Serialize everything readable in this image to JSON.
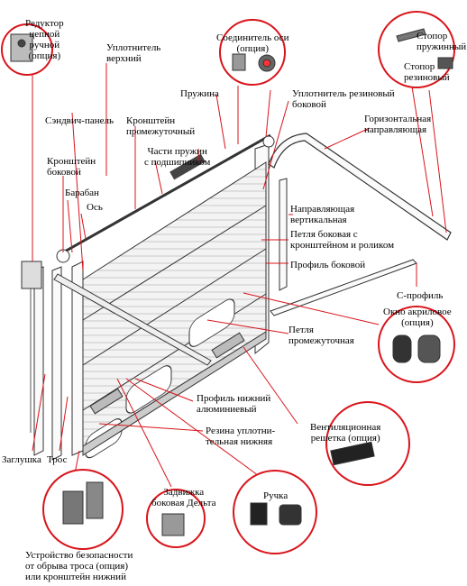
{
  "labels": {
    "reduktor": "Редуктор\nцепной\nручной\n(опция)",
    "uplotnitel_verh": "Уплотнитель\nверхний",
    "soedinitel": "Соединитель оси\n(опция)",
    "stopor_pruzh": "Стопор\nпружинный",
    "stopor_rezin": "Стопор\nрезиновый",
    "pruzhina": "Пружина",
    "uplotnitel_rezin": "Уплотнитель резиновый\nбоковой",
    "sendvich": "Сэндвич-панель",
    "kronshtein_prom": "Кронштейн\nпромежуточный",
    "gorizont": "Горизонтальная\nнаправляющая",
    "kronshtein_bok": "Кронштейн\nбоковой",
    "chasti_pruzhiny": "Части пружин\nс подшипником",
    "baraban": "Барабан",
    "os": "Ось",
    "napr_vert": "Направляющая\nвертикальная",
    "petlya_bok": "Петля боковая с\nкронштейном и роликом",
    "profil_bok": "Профиль боковой",
    "c_profil": "С-профиль",
    "okno": "Окно акриловое\n(опция)",
    "petlya_prom": "Петля\nпромежуточная",
    "profil_nizh": "Профиль нижний\nалюминиевый",
    "rezina": "Резина уплотни-\nтельная нижняя",
    "ventil": "Вентиляционная\nрешетка (опция)",
    "zaglushka": "Заглушка",
    "tros": "Трос",
    "ruchka": "Ручка",
    "zadvizhka": "Задвижка\nбоковая Дельта",
    "ustroistvo": "Устройство безопасности\nот обрыва троса (опция)\nили кронштейн нижний"
  },
  "colors": {
    "accent": "#d9141b",
    "line": "#333333",
    "panel": "#f2f2f2"
  }
}
